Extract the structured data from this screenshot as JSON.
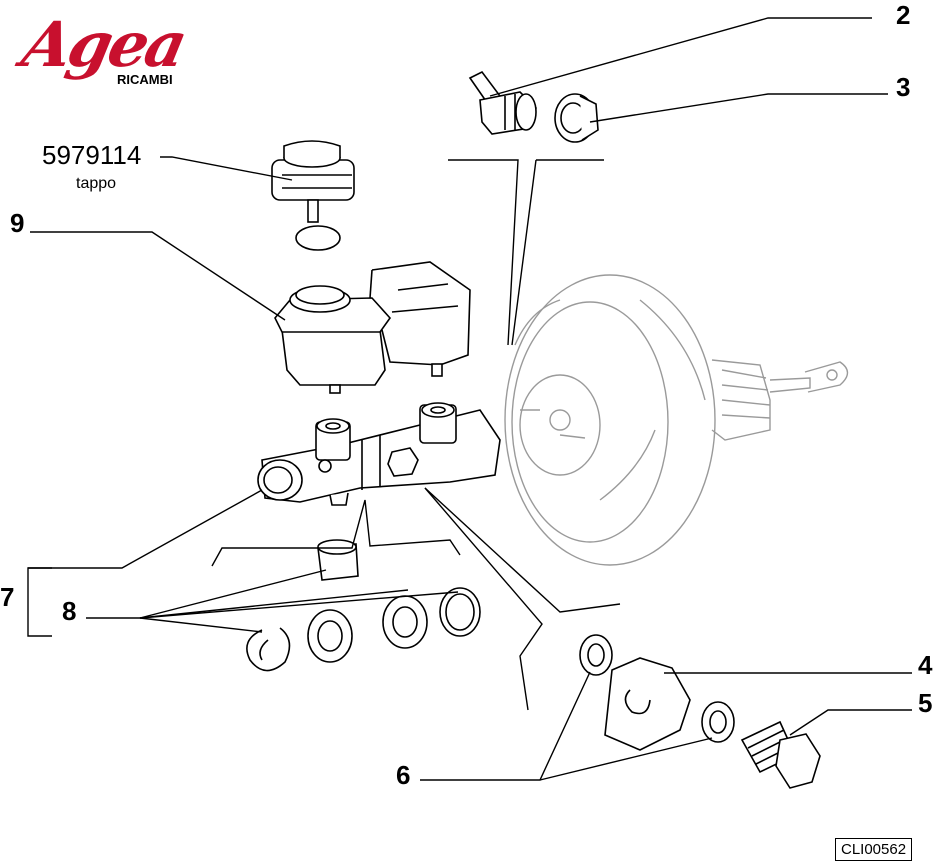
{
  "brand": {
    "name": "Agea",
    "subtitle": "RICAMBI",
    "color": "#c8102e"
  },
  "part_reference": {
    "number": "5979114",
    "description": "tappo"
  },
  "callouts": {
    "c2": "2",
    "c3": "3",
    "c4": "4",
    "c5": "5",
    "c6": "6",
    "c7": "7",
    "c8": "8",
    "c9": "9"
  },
  "drawing_code": "CLI00562",
  "colors": {
    "line": "#000000",
    "booster_line": "#9a9a9a"
  }
}
